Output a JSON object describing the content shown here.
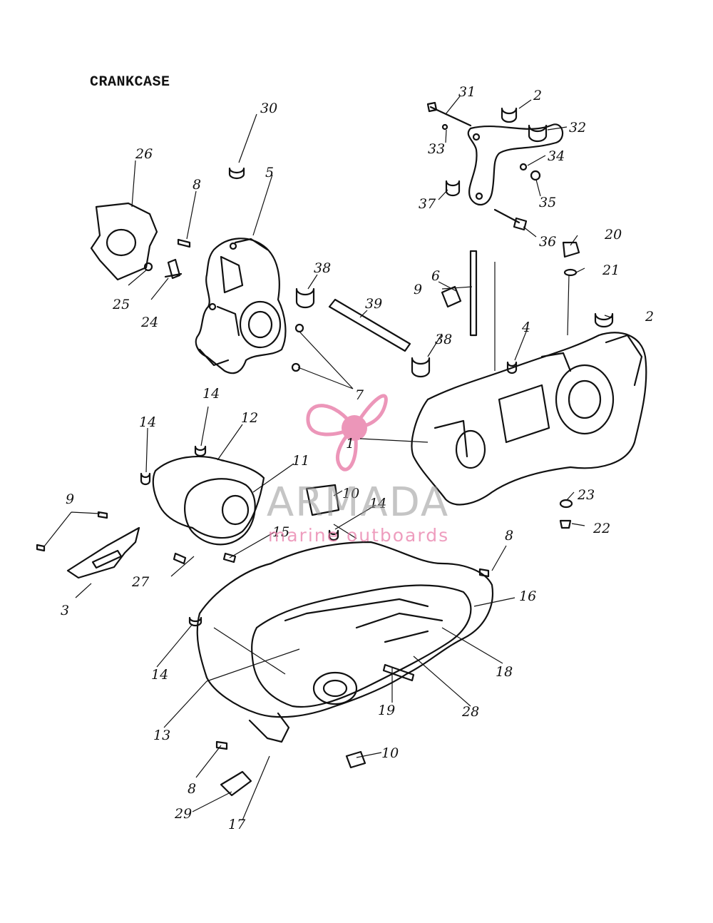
{
  "title": "CRANKCASE",
  "watermark": {
    "brand": "ARMADA",
    "tagline": "marine outboards",
    "logo_color": "#e87ca8",
    "text_color": "#969696"
  },
  "callouts": [
    {
      "id": "c31",
      "label": "31"
    },
    {
      "id": "c2a",
      "label": "2"
    },
    {
      "id": "c32",
      "label": "32"
    },
    {
      "id": "c33",
      "label": "33"
    },
    {
      "id": "c34",
      "label": "34"
    },
    {
      "id": "c35",
      "label": "35"
    },
    {
      "id": "c37",
      "label": "37"
    },
    {
      "id": "c36",
      "label": "36"
    },
    {
      "id": "c30",
      "label": "30"
    },
    {
      "id": "c26",
      "label": "26"
    },
    {
      "id": "c8a",
      "label": "8"
    },
    {
      "id": "c5",
      "label": "5"
    },
    {
      "id": "c20",
      "label": "20"
    },
    {
      "id": "c21",
      "label": "21"
    },
    {
      "id": "c25",
      "label": "25"
    },
    {
      "id": "c24",
      "label": "24"
    },
    {
      "id": "c38a",
      "label": "38"
    },
    {
      "id": "c39",
      "label": "39"
    },
    {
      "id": "c6",
      "label": "6"
    },
    {
      "id": "c9a",
      "label": "9"
    },
    {
      "id": "c2b",
      "label": "2"
    },
    {
      "id": "c4",
      "label": "4"
    },
    {
      "id": "c38b",
      "label": "38"
    },
    {
      "id": "c7",
      "label": "7"
    },
    {
      "id": "c1",
      "label": "1"
    },
    {
      "id": "c14a",
      "label": "14"
    },
    {
      "id": "c14b",
      "label": "14"
    },
    {
      "id": "c12",
      "label": "12"
    },
    {
      "id": "c11",
      "label": "11"
    },
    {
      "id": "c10a",
      "label": "10"
    },
    {
      "id": "c14c",
      "label": "14"
    },
    {
      "id": "c23",
      "label": "23"
    },
    {
      "id": "c22",
      "label": "22"
    },
    {
      "id": "c9b",
      "label": "9"
    },
    {
      "id": "c15",
      "label": "15"
    },
    {
      "id": "c8b",
      "label": "8"
    },
    {
      "id": "c27",
      "label": "27"
    },
    {
      "id": "c3",
      "label": "3"
    },
    {
      "id": "c16",
      "label": "16"
    },
    {
      "id": "c14d",
      "label": "14"
    },
    {
      "id": "c18",
      "label": "18"
    },
    {
      "id": "c19",
      "label": "19"
    },
    {
      "id": "c28",
      "label": "28"
    },
    {
      "id": "c13",
      "label": "13"
    },
    {
      "id": "c10b",
      "label": "10"
    },
    {
      "id": "c8c",
      "label": "8"
    },
    {
      "id": "c29",
      "label": "29"
    },
    {
      "id": "c17",
      "label": "17"
    }
  ]
}
